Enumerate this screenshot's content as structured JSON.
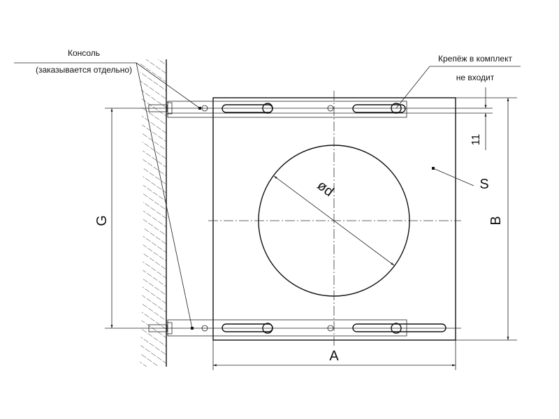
{
  "labels": {
    "console": "Консоль",
    "console_note": "(заказывается отдельно)",
    "fasteners": "Крепёж в комплект",
    "fasteners_note": "не входит"
  },
  "dimensions": {
    "G": "G",
    "B": "B",
    "A": "A",
    "gap": "11",
    "S": "S",
    "diameter": "ød"
  }
}
